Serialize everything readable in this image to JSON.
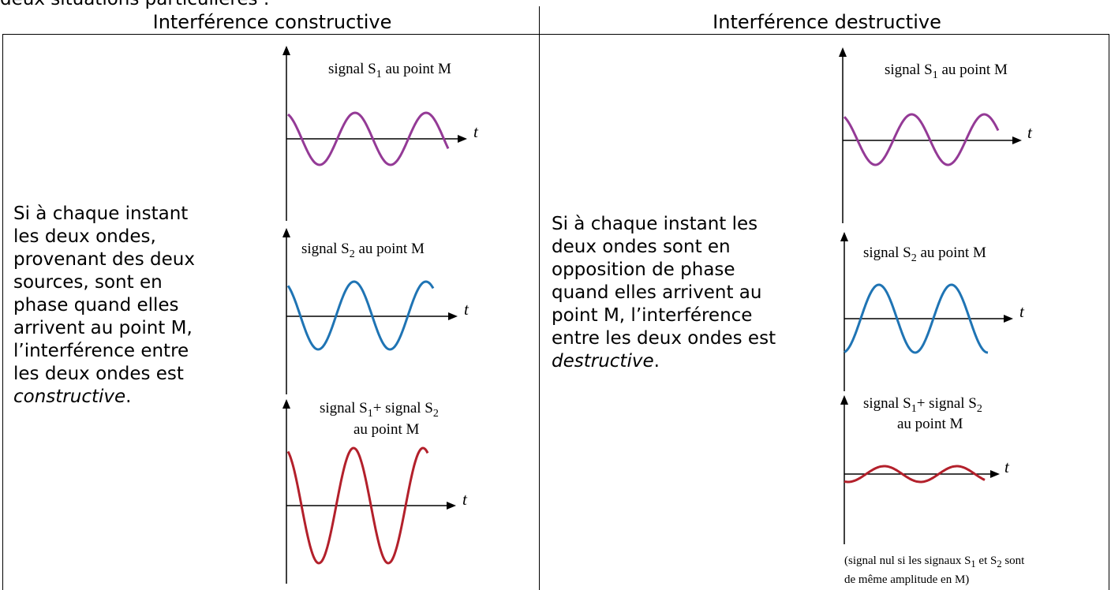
{
  "header": {
    "top_line": "deux situations particulières :",
    "left_title": "Interférence constructive",
    "right_title": "Interférence destructive"
  },
  "left": {
    "lines": [
      "Si à chaque instant",
      "les deux ondes,",
      "provenant des deux",
      "sources, sont en",
      "phase quand elles",
      "arrivent au point M,",
      "l’interférence entre",
      "les deux ondes est"
    ],
    "italic_word": "constructive",
    "end_punct": "."
  },
  "right": {
    "lines": [
      "Si à chaque instant les",
      "deux ondes sont en",
      "opposition de phase",
      "quand elles arrivent au",
      "point  M, l’interférence",
      "entre les deux ondes est"
    ],
    "italic_word": "destructive",
    "end_punct": "."
  },
  "graphs": {
    "s1_prefix": "signal S",
    "s1_sub": "1",
    "s2_prefix": "signal S",
    "s2_sub": "2",
    "suffix": " au point M",
    "sum_line1_a": "signal S",
    "sum_line1_sub1": "1",
    "sum_line1_b": "+ signal S",
    "sum_line1_sub2": "2",
    "sum_line2": "au point M",
    "axis_label": "t",
    "colors": {
      "s1": "#943a96",
      "s2": "#1f74b4",
      "sum": "#b3202b"
    }
  },
  "footnote": {
    "a": "(signal nul si les signaux S",
    "sub1": "1",
    "b": " et S",
    "sub2": "2",
    "c": " sont",
    "line2": "de même amplitude en M)"
  }
}
